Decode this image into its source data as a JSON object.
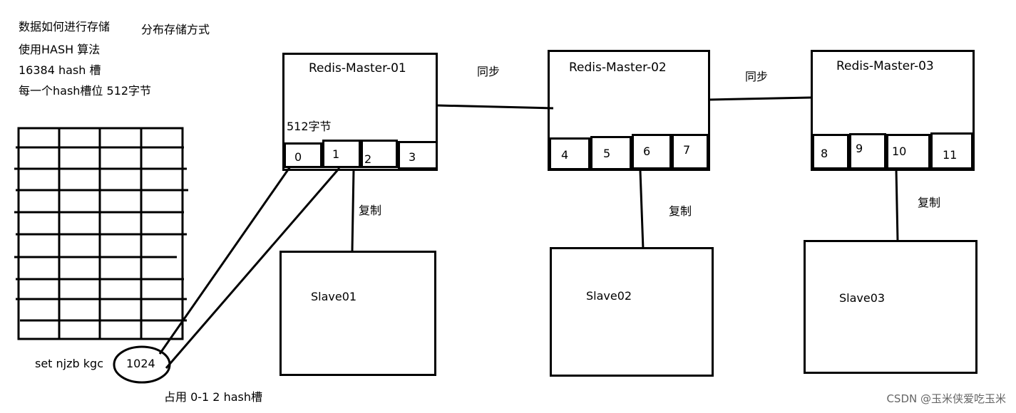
{
  "notes": {
    "line1": "数据如何进行存储",
    "line1b": "分布存储方式",
    "line2": "使用HASH 算法",
    "line3": "16384 hash 槽",
    "line4": "每一个hash槽位 512字节"
  },
  "masters": [
    {
      "name": "Redis-Master-01",
      "slots": [
        "0",
        "1",
        "2",
        "3"
      ],
      "note": "512字节"
    },
    {
      "name": "Redis-Master-02",
      "slots": [
        "4",
        "5",
        "6",
        "7"
      ]
    },
    {
      "name": "Redis-Master-03",
      "slots": [
        "8",
        "9",
        "10",
        "11"
      ]
    }
  ],
  "sync_labels": [
    "同步",
    "同步"
  ],
  "replicate_labels": [
    "复制",
    "复制",
    "复制"
  ],
  "slaves": [
    "Slave01",
    "Slave02",
    "Slave03"
  ],
  "command": {
    "text": "set njzb kgc",
    "value": "1024"
  },
  "occupy": "占用  0-1 2 hash槽",
  "watermark": "CSDN @玉米侠爱吃玉米"
}
